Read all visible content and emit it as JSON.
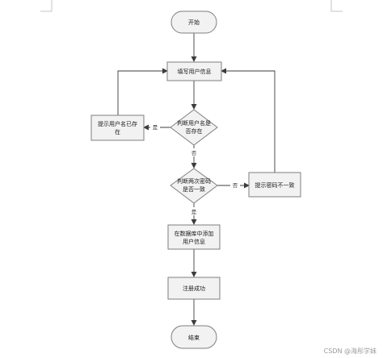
{
  "diagram": {
    "nodes": {
      "start": {
        "label": "开始"
      },
      "fill_info": {
        "label": "填写用户信息"
      },
      "check_username": {
        "lines": [
          "判断用户名是",
          "否存在"
        ]
      },
      "username_exists": {
        "lines": [
          "提示用户名已存",
          "在"
        ]
      },
      "check_password": {
        "lines": [
          "判断两次密码",
          "是否一致"
        ]
      },
      "password_mismatch": {
        "label": "提示密码不一致"
      },
      "add_user": {
        "lines": [
          "在数据库中添加",
          "用户信息"
        ]
      },
      "register_success": {
        "label": "注册成功"
      },
      "end": {
        "label": "结束"
      }
    },
    "edges": {
      "username_yes": {
        "label": "是"
      },
      "username_no": {
        "label": "否"
      },
      "password_no": {
        "label": "否"
      },
      "password_yes": {
        "label": "是"
      }
    }
  },
  "watermark": {
    "text": "CSDN @海彤学妹"
  }
}
